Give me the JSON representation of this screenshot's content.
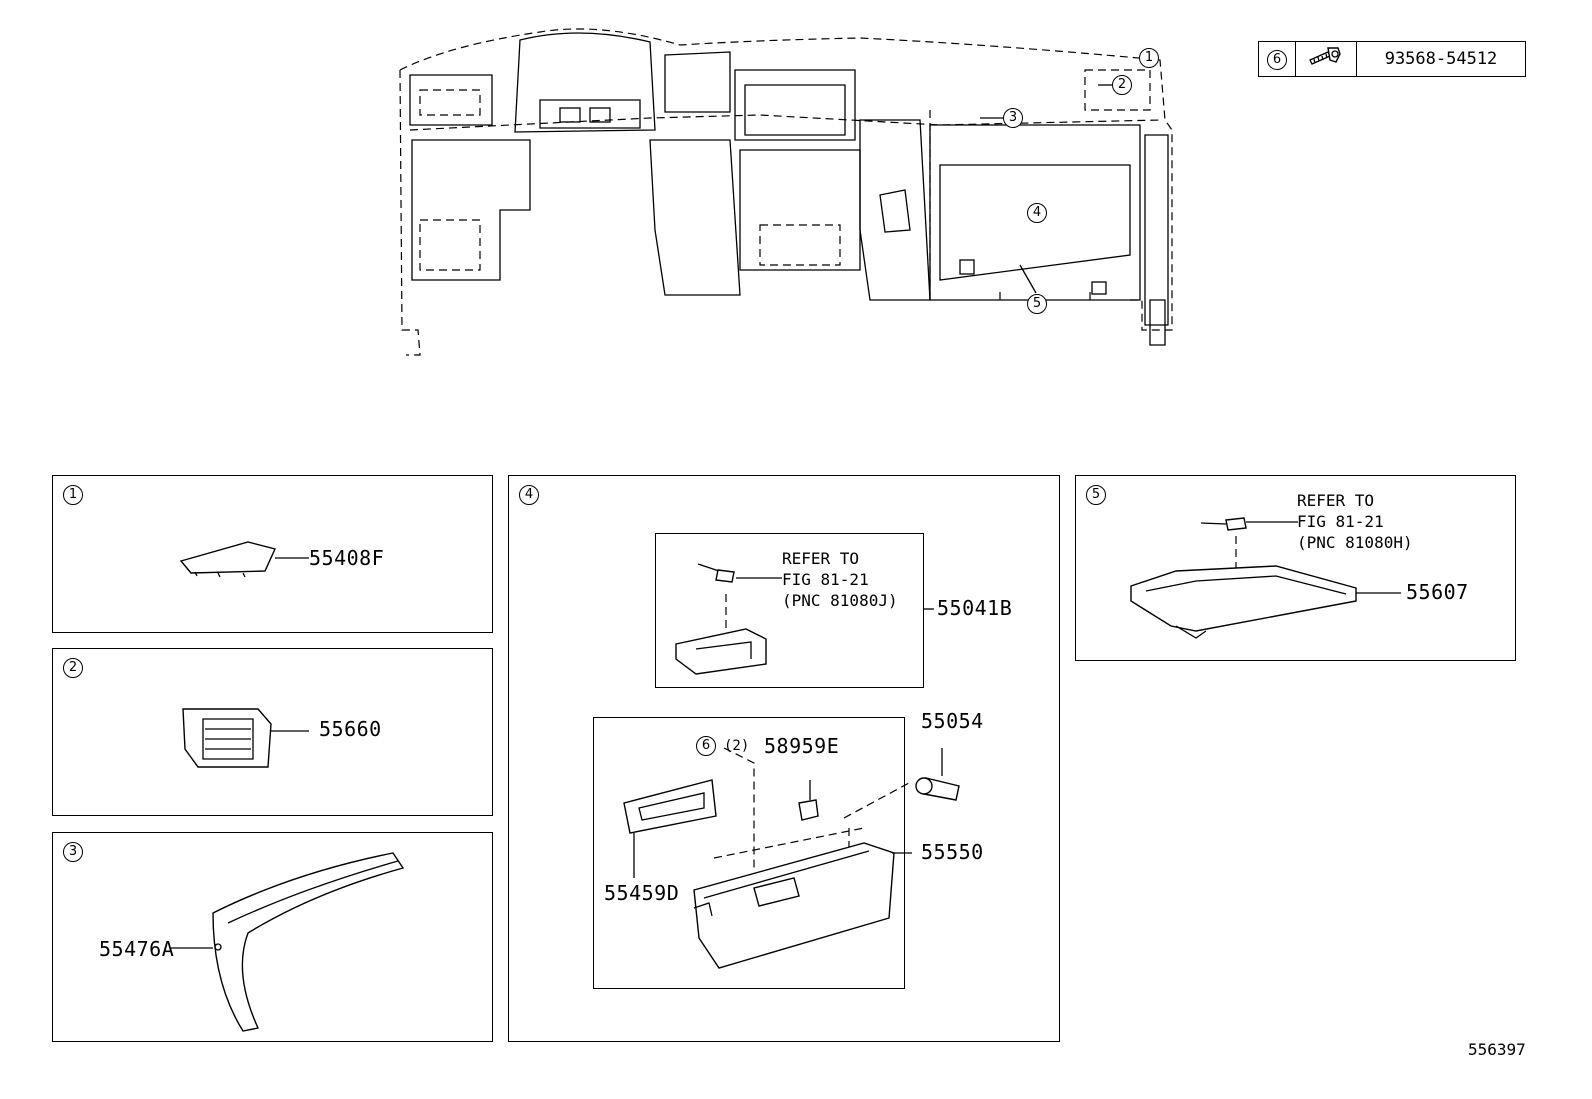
{
  "legend": {
    "ref": "6",
    "part_no": "93568-54512",
    "icon": "screw-icon"
  },
  "main_callouts": [
    "1",
    "2",
    "3",
    "4",
    "5"
  ],
  "panels": {
    "p1": {
      "num": "1",
      "part": "55408F"
    },
    "p2": {
      "num": "2",
      "part": "55660"
    },
    "p3": {
      "num": "3",
      "part": "55476A"
    },
    "p4": {
      "num": "4",
      "upper": {
        "note": "REFER TO\nFIG 81-21\n(PNC 81080J)",
        "part": "55041B"
      },
      "lower": {
        "ref": "6",
        "ref_qty": "(2)",
        "parts": {
          "bulb": "58959E",
          "damper": "55054",
          "glove_box": "55550",
          "hinge": "55459D"
        }
      }
    },
    "p5": {
      "num": "5",
      "note": "REFER TO\nFIG 81-21\n(PNC 81080H)",
      "part": "55607"
    }
  },
  "figure_id": "556397"
}
